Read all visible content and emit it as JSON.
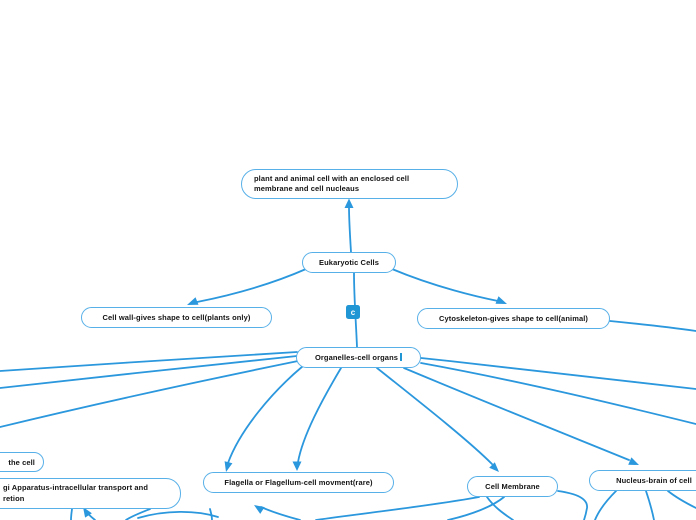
{
  "app": {
    "type": "mind-map",
    "topic": "Eukaryotic Cells concept map"
  },
  "colors": {
    "background": "#ffffff",
    "link": "#2b97dd",
    "node_border": "#58b0e8",
    "node_fill": "#ffffff",
    "node_text": "#141414",
    "collaborator": "#2196d4"
  },
  "collaborator": {
    "initial": "c"
  },
  "nodes": {
    "root_note": {
      "label": "plant and animal cell with an enclosed cell membrane and cell nucleaus"
    },
    "eukaryotic": {
      "label": "Eukaryotic Cells"
    },
    "cell_wall": {
      "label": "Cell wall-gives shape to cell(plants only)"
    },
    "cytoskeleton": {
      "label": "Cytoskeleton-gives shape to cell(animal)"
    },
    "organelles": {
      "label": "Organelles-cell organs"
    },
    "the_cell": {
      "label": "the cell"
    },
    "golgi": {
      "line1": "gi Apparatus-intracellular transport and",
      "line2": "retion"
    },
    "flagella": {
      "label": "Flagella or Flagellum-cell movment(rare)"
    },
    "cell_membrane": {
      "label": "Cell Membrane"
    },
    "nucleus": {
      "label": "Nucleus-brain of cell"
    }
  }
}
